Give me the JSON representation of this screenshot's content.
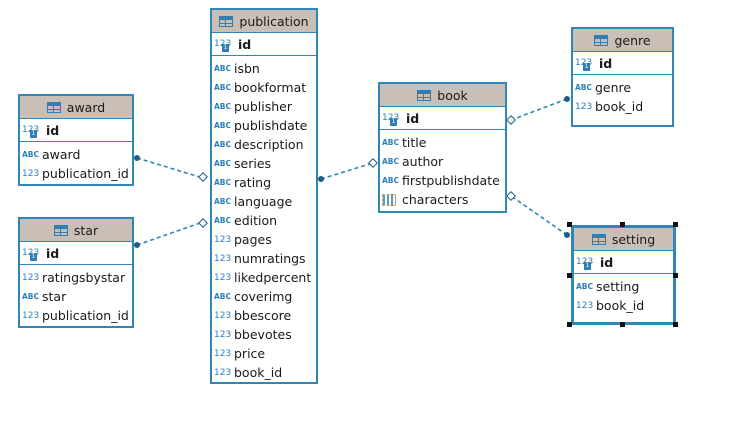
{
  "type_labels": {
    "text": "ABC",
    "number": "123"
  },
  "colors": {
    "border": "#2f86b8",
    "header": "#c9bfb6",
    "connector": "#2f86b8",
    "icon": "#2f7fb5"
  },
  "entities": {
    "publication": {
      "title": "publication",
      "pk": "id",
      "columns": [
        {
          "name": "isbn",
          "type": "text"
        },
        {
          "name": "bookformat",
          "type": "text"
        },
        {
          "name": "publisher",
          "type": "text"
        },
        {
          "name": "publishdate",
          "type": "text"
        },
        {
          "name": "description",
          "type": "text"
        },
        {
          "name": "series",
          "type": "text"
        },
        {
          "name": "rating",
          "type": "text"
        },
        {
          "name": "language",
          "type": "text"
        },
        {
          "name": "edition",
          "type": "text"
        },
        {
          "name": "pages",
          "type": "number"
        },
        {
          "name": "numratings",
          "type": "number"
        },
        {
          "name": "likedpercent",
          "type": "number"
        },
        {
          "name": "coverimg",
          "type": "text"
        },
        {
          "name": "bbescore",
          "type": "number"
        },
        {
          "name": "bbevotes",
          "type": "number"
        },
        {
          "name": "price",
          "type": "number"
        },
        {
          "name": "book_id",
          "type": "number"
        }
      ]
    },
    "award": {
      "title": "award",
      "pk": "id",
      "columns": [
        {
          "name": "award",
          "type": "text"
        },
        {
          "name": "publication_id",
          "type": "number"
        }
      ]
    },
    "star": {
      "title": "star",
      "pk": "id",
      "columns": [
        {
          "name": "ratingsbystar",
          "type": "number"
        },
        {
          "name": "star",
          "type": "text"
        },
        {
          "name": "publication_id",
          "type": "number"
        }
      ]
    },
    "book": {
      "title": "book",
      "pk": "id",
      "columns": [
        {
          "name": "title",
          "type": "text"
        },
        {
          "name": "author",
          "type": "text"
        },
        {
          "name": "firstpublishdate",
          "type": "text"
        },
        {
          "name": "characters",
          "type": "array"
        }
      ]
    },
    "genre": {
      "title": "genre",
      "pk": "id",
      "columns": [
        {
          "name": "genre",
          "type": "text"
        },
        {
          "name": "book_id",
          "type": "number"
        }
      ]
    },
    "setting": {
      "title": "setting",
      "pk": "id",
      "columns": [
        {
          "name": "setting",
          "type": "text"
        },
        {
          "name": "book_id",
          "type": "number"
        }
      ]
    }
  },
  "relationships": [
    {
      "from": "award",
      "to": "publication"
    },
    {
      "from": "star",
      "to": "publication"
    },
    {
      "from": "publication",
      "to": "book"
    },
    {
      "from": "genre",
      "to": "book"
    },
    {
      "from": "setting",
      "to": "book"
    }
  ],
  "selected_entity": "setting"
}
